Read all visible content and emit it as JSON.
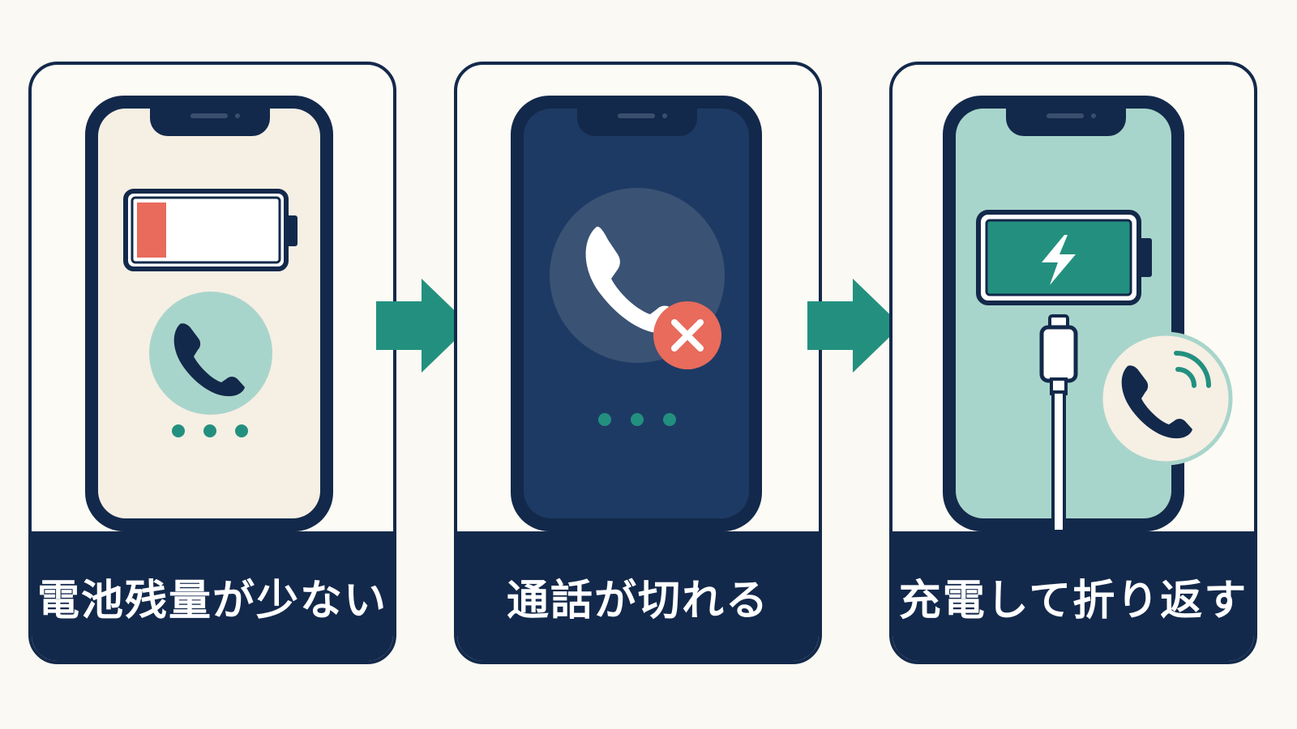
{
  "steps": [
    {
      "caption": "電池残量が少ない",
      "icons": [
        "phone-frame",
        "low-battery-icon",
        "phone-call-icon",
        "waiting-dots-icon"
      ]
    },
    {
      "caption": "通話が切れる",
      "icons": [
        "phone-frame",
        "phone-call-icon",
        "call-ended-x-icon",
        "waiting-dots-icon"
      ]
    },
    {
      "caption": "充電して折り返す",
      "icons": [
        "phone-frame",
        "charging-battery-icon",
        "charging-cable-icon",
        "callback-phone-icon"
      ]
    }
  ],
  "colors": {
    "navy": "#13294b",
    "teal": "#23907f",
    "mint": "#a8d5cb",
    "cream": "#f6efe4",
    "low_battery_red": "#e86b5c",
    "night_screen": "#1d3a64"
  }
}
